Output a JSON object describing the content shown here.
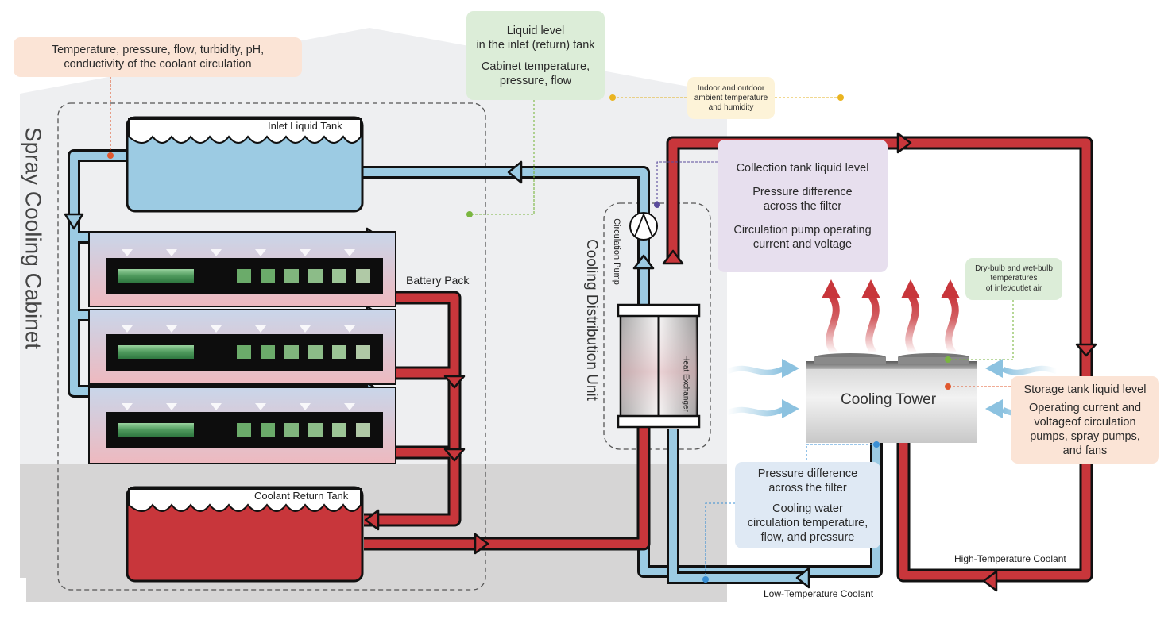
{
  "title": "Spray Cooling Cabinet",
  "unit_title": "Cooling Distribution Unit",
  "labels": {
    "inlet_tank": "Inlet Liquid Tank",
    "return_tank": "Coolant Return Tank",
    "battery_pack": "Battery Pack",
    "circulation_pump": "Circulation Pump",
    "heat_exchanger": "Heat Exchanger",
    "cooling_tower": "Cooling Tower",
    "high_temp": "High-Temperature Coolant",
    "low_temp": "Low-Temperature Coolant"
  },
  "notes": {
    "coolant_params": {
      "line1": "Temperature, pressure, flow, turbidity, pH,",
      "line2": "conductivity of the coolant circulation"
    },
    "inlet_level": {
      "line1": "Liquid level",
      "line2": "in the inlet (return) tank",
      "line3": "Cabinet temperature,",
      "line4": "pressure, flow"
    },
    "ambient": {
      "line1": "Indoor and outdoor",
      "line2": "ambient temperature",
      "line3": "and humidity"
    },
    "collection": {
      "line1": "Collection tank liquid level",
      "line2": "Pressure difference",
      "line3": "across the filter",
      "line4": "Circulation pump operating",
      "line5": "current and voltage"
    },
    "drybulb": {
      "line1": "Dry-bulb and wet-bulb",
      "line2": "temperatures",
      "line3": "of inlet/outlet air"
    },
    "storage": {
      "line1": "Storage tank liquid level",
      "line2": "Operating current and",
      "line3": "voltageof circulation",
      "line4": "pumps, spray pumps,",
      "line5": "and fans"
    },
    "filter_water": {
      "line1": "Pressure difference",
      "line2": "across the filter",
      "line3": "Cooling water",
      "line4": "circulation temperature,",
      "line5": "flow, and pressure"
    }
  },
  "colors": {
    "hot": "#c8363b",
    "cold": "#9ccbe3",
    "outline": "#111111",
    "building": "#eeeff1",
    "floor": "#d6d5d5"
  }
}
